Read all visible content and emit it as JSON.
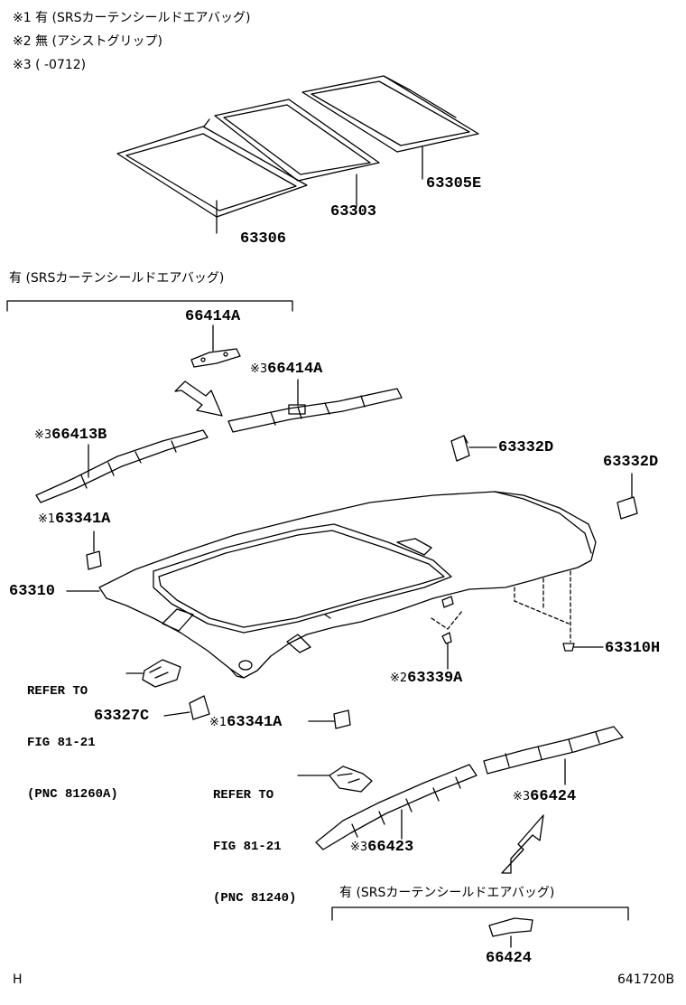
{
  "notes": {
    "n1": "※1 有 (SRSカーテンシールドエアバッグ)",
    "n2": "※2 無 (アシストグリップ)",
    "n3": "※3 (      -0712)"
  },
  "bracket_caption_top": "有 (SRSカーテンシールドエアバッグ)",
  "bracket_caption_bottom": "有 (SRSカーテンシールドエアバッグ)",
  "markers": {
    "m1": "※1",
    "m2": "※2",
    "m3": "※3"
  },
  "parts": {
    "p63306": "63306",
    "p63303": "63303",
    "p63305E": "63305E",
    "p66414A_top": "66414A",
    "p66414A_s3": "66414A",
    "p66413B": "66413B",
    "p63332D_mid": "63332D",
    "p63332D_right": "63332D",
    "p63341A_left": "63341A",
    "p63310": "63310",
    "p63310H": "63310H",
    "p63339A": "63339A",
    "p63327C": "63327C",
    "p63341A_bottom": "63341A",
    "p66424_s3": "66424",
    "p66423": "66423",
    "p66424_bottom": "66424"
  },
  "refs": {
    "ref1": [
      "REFER TO",
      "FIG 81-21",
      "(PNC 81260A)"
    ],
    "ref2": [
      "REFER TO",
      "FIG 81-21",
      "(PNC 81240)"
    ]
  },
  "footer": {
    "left": "H",
    "right": "641720B"
  }
}
